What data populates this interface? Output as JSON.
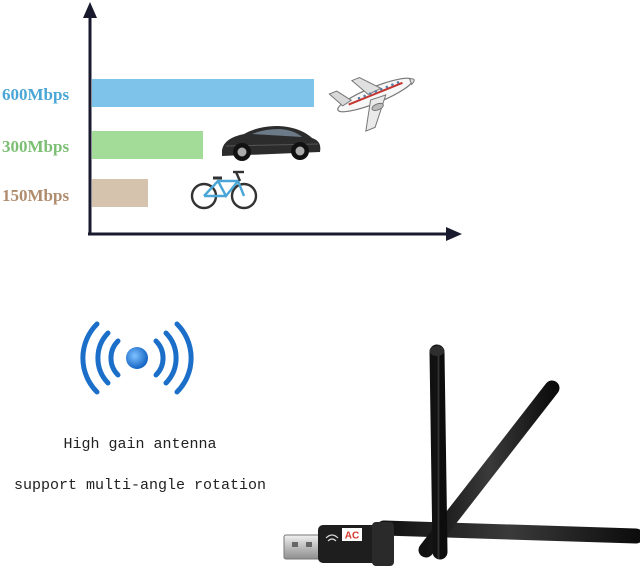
{
  "chart_data": {
    "type": "bar",
    "orientation": "horizontal",
    "categories": [
      "600Mbps",
      "300Mbps",
      "150Mbps"
    ],
    "values": [
      600,
      300,
      150
    ],
    "bar_colors": [
      "#7ec4ea",
      "#a3dc99",
      "#d6c3ad"
    ],
    "label_colors": [
      "#4aa6d6",
      "#7cbf74",
      "#b08c6e"
    ],
    "icons": [
      "airplane-icon",
      "sports-car-icon",
      "bicycle-icon"
    ],
    "title": "",
    "xlabel": "",
    "ylabel": "",
    "grid": false
  },
  "antenna_caption": {
    "line1": "High gain antenna",
    "line2": "support multi-angle rotation"
  },
  "product": {
    "badge_text": "AC",
    "icon": "wifi-signal-icon"
  },
  "colors": {
    "axis": "#1a1a2e",
    "signal_blue": "#1b6fc9",
    "dongle_black": "#1e1e1e"
  }
}
